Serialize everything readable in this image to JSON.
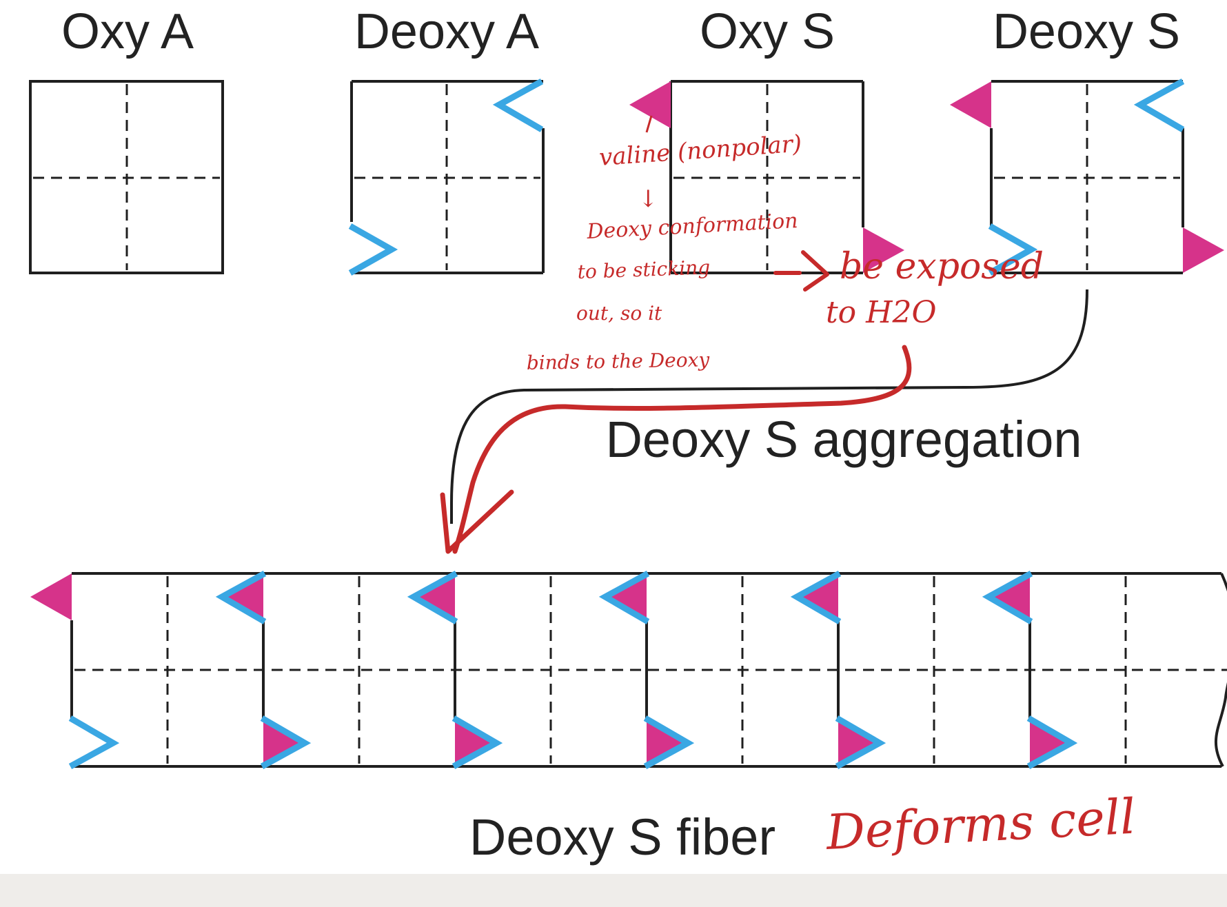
{
  "colors": {
    "outline": "#1f1f1f",
    "cyan": "#3aa7e3",
    "magenta": "#d6338a",
    "annotation_red": "#c62a2a",
    "background": "#ffffff",
    "page_margin": "#efedea"
  },
  "labels": {
    "oxy_a": "Oxy A",
    "deoxy_a": "Deoxy A",
    "oxy_s": "Oxy S",
    "deoxy_s": "Deoxy S",
    "aggregation": "Deoxy S aggregation",
    "fiber": "Deoxy S fiber"
  },
  "annotations": {
    "lines": [
      "valine (nonpolar)",
      "↓",
      "Deoxy conformation",
      "to be sticking",
      "out, so it",
      "binds to the Deoxy",
      "be exposed",
      "to H2O"
    ],
    "fiber_note": "Deforms cell"
  },
  "fiber": {
    "units": 6
  }
}
